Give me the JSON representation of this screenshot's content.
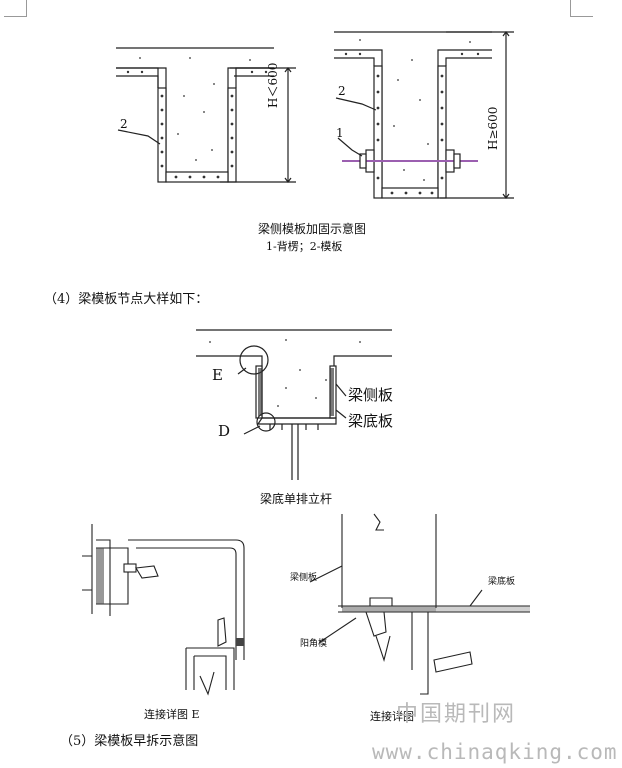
{
  "figure1": {
    "left_dim": "H＜600",
    "left_callout": "2",
    "right_dim": "H≥600",
    "right_callout_2": "2",
    "right_callout_1": "1",
    "caption_title": "梁侧模板加固示意图",
    "caption_legend": "1-背楞；2-模板"
  },
  "section4": {
    "heading": "（4）梁模板节点大样如下："
  },
  "figure2": {
    "label_e": "E",
    "label_d": "D",
    "label_side": "梁侧板",
    "label_bottom": "梁底板",
    "caption": "梁底单排立杆"
  },
  "figure3": {
    "caption_left": "连接详图 E",
    "label_side": "梁侧板",
    "label_bottom": "梁底板",
    "label_corner": "阳角模",
    "caption_right": "连接详图"
  },
  "section5": {
    "heading": "（5）梁模板早拆示意图"
  },
  "watermark": {
    "name": "中国期刊网",
    "url": "www.chinaqking.com"
  }
}
